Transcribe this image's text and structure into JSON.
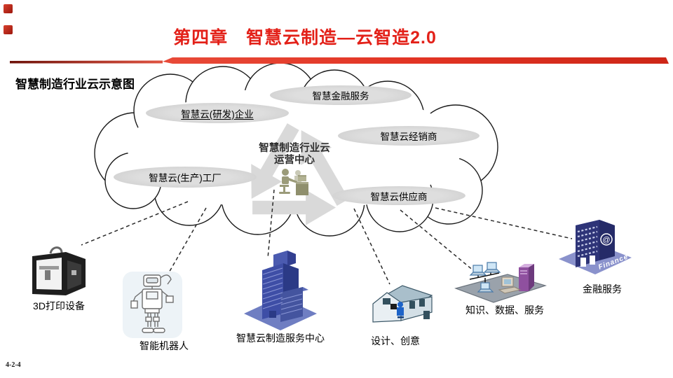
{
  "slide": {
    "title": "第四章　智慧云制造—云智造2.0",
    "subtitle": "智慧制造行业云示意图",
    "page_number": "4-2-4",
    "colors": {
      "accent_red": "#e32119",
      "ellipse_gray": "#d6d6d6",
      "recycle_gray": "#d9d9d9",
      "operator_olive": "#9b9b79",
      "service_building_blue": "#3e4ea6",
      "bank_navy": "#2e3478"
    }
  },
  "cloud": {
    "center_label_line1": "智慧制造行业云",
    "center_label_line2": "运营中心",
    "center_icon": "operator-at-desk-icon",
    "nodes": [
      {
        "label": "智慧云(研发)企业"
      },
      {
        "label": "智慧金融服务"
      },
      {
        "label": "智慧云经销商"
      },
      {
        "label": "智慧云(生产)工厂"
      },
      {
        "label": "智慧云供应商"
      }
    ]
  },
  "endpoints": [
    {
      "label": "3D打印设备",
      "icon": "printer-3d-icon"
    },
    {
      "label": "智能机器人",
      "icon": "robot-icon"
    },
    {
      "label": "智慧云制造服务中心",
      "icon": "service-center-building-icon"
    },
    {
      "label": "设计、创意",
      "icon": "design-house-icon"
    },
    {
      "label": "知识、数据、服务",
      "icon": "computer-network-icon"
    },
    {
      "label": "金融服务",
      "icon": "finance-bank-icon",
      "building_text": "Finance"
    }
  ]
}
